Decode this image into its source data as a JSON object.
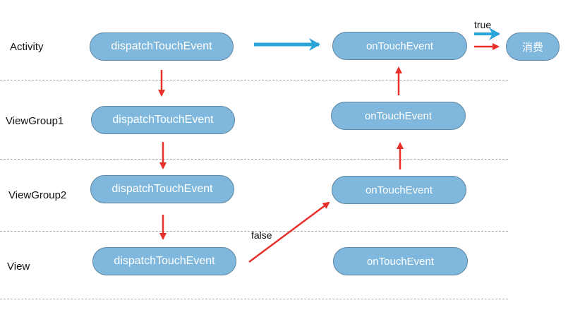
{
  "rows": [
    {
      "label": "Activity",
      "dispatch": "dispatchTouchEvent",
      "on_touch": "onTouchEvent"
    },
    {
      "label": "ViewGroup1",
      "dispatch": "dispatchTouchEvent",
      "on_touch": "onTouchEvent"
    },
    {
      "label": "ViewGroup2",
      "dispatch": "dispatchTouchEvent",
      "on_touch": "onTouchEvent"
    },
    {
      "label": "View",
      "dispatch": "dispatchTouchEvent",
      "on_touch": "onTouchEvent"
    }
  ],
  "consume": {
    "label": "消费"
  },
  "edges": {
    "true_label": "true",
    "false_label": "false"
  },
  "colors": {
    "node_fill": "#7fb8dc",
    "node_border": "#5f86a3",
    "arrow_red": "#e8302b",
    "arrow_blue": "#2aa3d8",
    "divider": "#a8a8a8"
  }
}
